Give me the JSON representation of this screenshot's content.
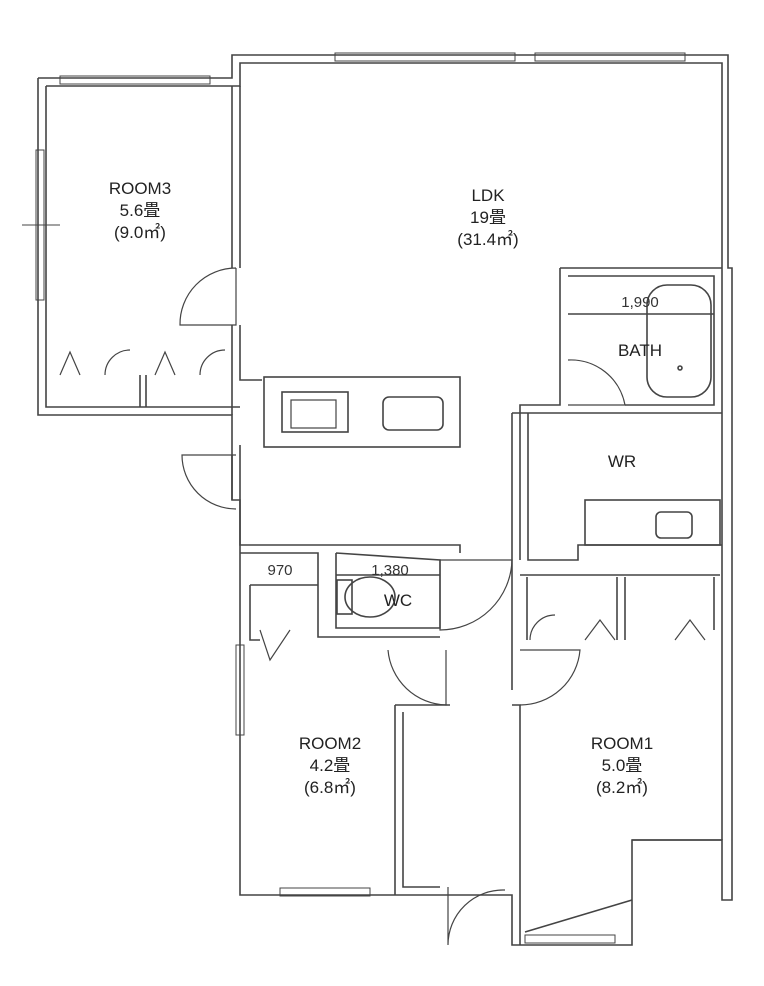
{
  "rooms": {
    "room3": {
      "name": "ROOM3",
      "tatami": "5.6畳",
      "area": "(9.0㎡)"
    },
    "ldk": {
      "name": "LDK",
      "tatami": "19畳",
      "area": "(31.4㎡)"
    },
    "bath": {
      "name": "BATH"
    },
    "wr": {
      "name": "WR"
    },
    "wc": {
      "name": "WC"
    },
    "room2": {
      "name": "ROOM2",
      "tatami": "4.2畳",
      "area": "(6.8㎡)"
    },
    "room1": {
      "name": "ROOM1",
      "tatami": "5.0畳",
      "area": "(8.2㎡)"
    }
  },
  "dimensions": {
    "bath_width": "1,990",
    "closet_width": "970",
    "wc_width": "1,380"
  },
  "colors": {
    "wall": "#444444",
    "background": "#ffffff"
  }
}
